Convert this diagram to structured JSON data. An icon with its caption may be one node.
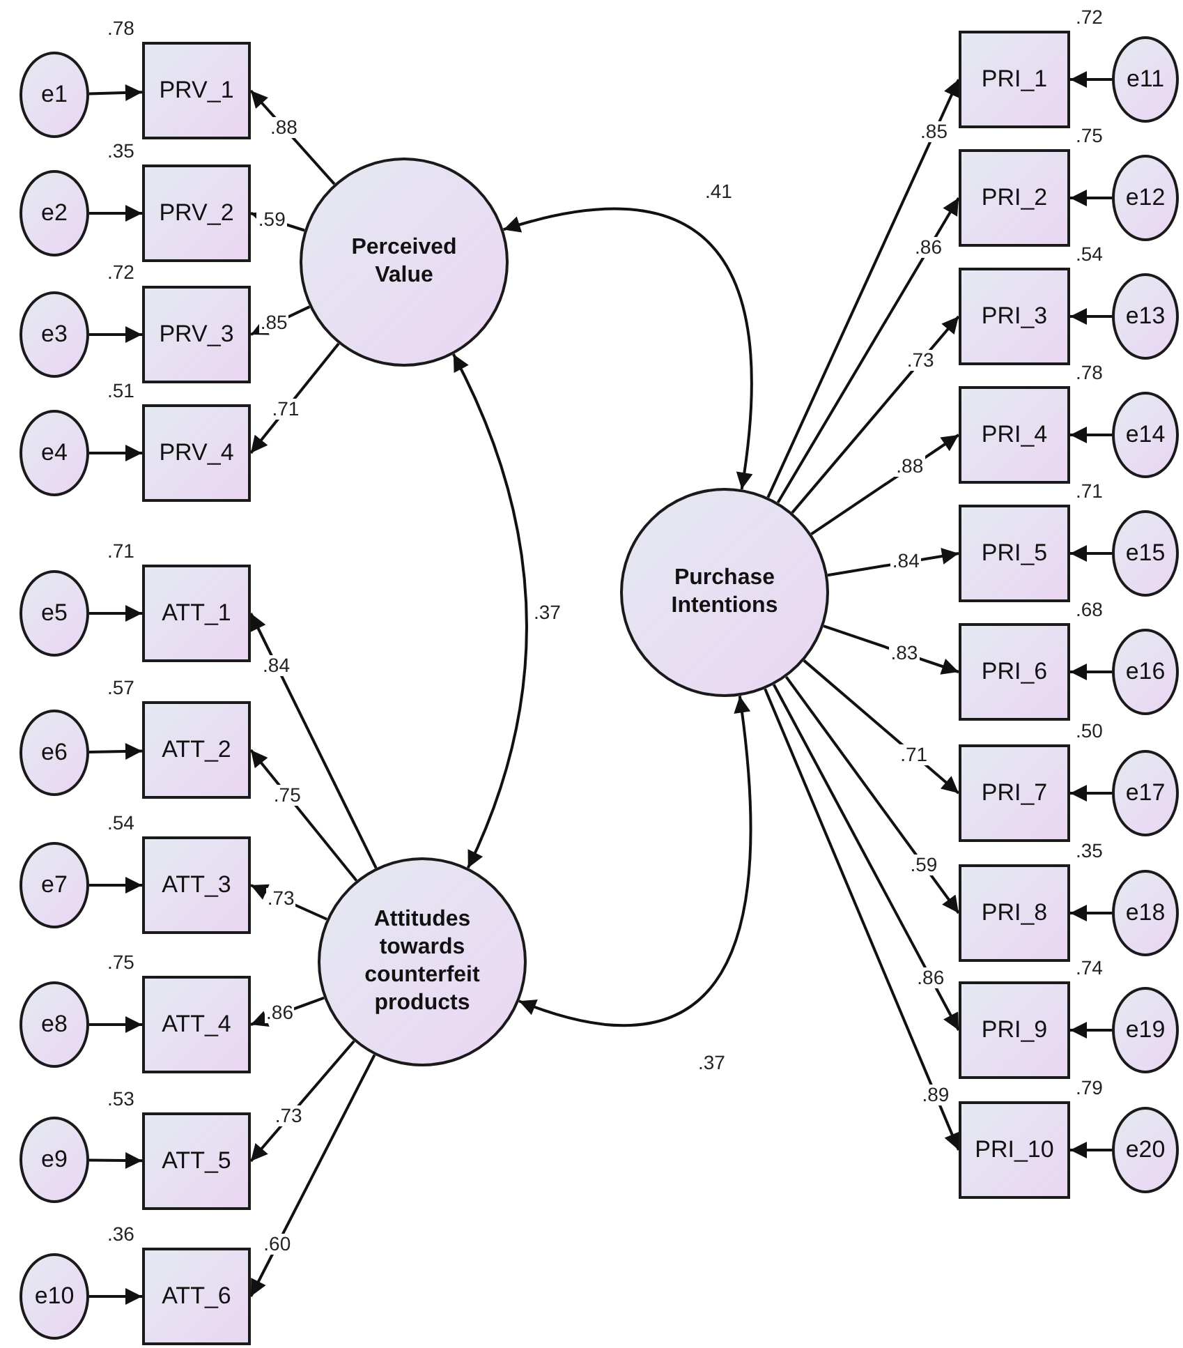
{
  "diagram": {
    "nodes": [
      {
        "text": [
          "e1"
        ]
      },
      {
        "text": [
          "e2"
        ]
      },
      {
        "text": [
          "e3"
        ]
      },
      {
        "text": [
          "e4"
        ]
      },
      {
        "text": [
          "e5"
        ]
      },
      {
        "text": [
          "e6"
        ]
      },
      {
        "text": [
          "e7"
        ]
      },
      {
        "text": [
          "e8"
        ]
      },
      {
        "text": [
          "e9"
        ]
      },
      {
        "text": [
          "e10"
        ]
      },
      {
        "text": [
          "PRV_1"
        ],
        "beside": [
          ".78"
        ]
      },
      {
        "text": [
          "PRV_2"
        ],
        "beside": [
          ".35"
        ]
      },
      {
        "text": [
          "PRV_3"
        ],
        "beside": [
          ".72"
        ]
      },
      {
        "text": [
          "PRV_4"
        ],
        "beside": [
          ".51"
        ]
      },
      {
        "text": [
          "ATT_1"
        ],
        "beside": [
          ".71"
        ]
      },
      {
        "text": [
          "ATT_2"
        ],
        "beside": [
          ".57"
        ]
      },
      {
        "text": [
          "ATT_3"
        ],
        "beside": [
          ".54"
        ]
      },
      {
        "text": [
          "ATT_4"
        ],
        "beside": [
          ".75"
        ]
      },
      {
        "text": [
          "ATT_5"
        ],
        "beside": [
          ".53"
        ]
      },
      {
        "text": [
          "ATT_6"
        ],
        "beside": [
          ".36"
        ]
      },
      {
        "text": [
          "Perceived Value"
        ]
      },
      {
        "text": [
          "Attitudes towards counterfeit products"
        ]
      },
      {
        "text": [
          "Purchase Intentions"
        ]
      },
      {
        "text": [
          "PRI_1"
        ],
        "beside": [
          ".72"
        ]
      },
      {
        "text": [
          "PRI_2"
        ],
        "beside": [
          ".75"
        ]
      },
      {
        "text": [
          "PRI_3"
        ],
        "beside": [
          ".54"
        ]
      },
      {
        "text": [
          "PRI_4"
        ],
        "beside": [
          ".78"
        ]
      },
      {
        "text": [
          "PRI_5"
        ],
        "beside": [
          ".71"
        ]
      },
      {
        "text": [
          "PRI_6"
        ],
        "beside": [
          ".68"
        ]
      },
      {
        "text": [
          "PRI_7"
        ],
        "beside": [
          ".50"
        ]
      },
      {
        "text": [
          "PRI_8"
        ],
        "beside": [
          ".35"
        ]
      },
      {
        "text": [
          "PRI_9"
        ],
        "beside": [
          ".74"
        ]
      },
      {
        "text": [
          "PRI_10"
        ],
        "beside": [
          ".79"
        ]
      },
      {
        "text": [
          "e11"
        ]
      },
      {
        "text": [
          "e12"
        ]
      },
      {
        "text": [
          "e13"
        ]
      },
      {
        "text": [
          "e14"
        ]
      },
      {
        "text": [
          "e15"
        ]
      },
      {
        "text": [
          "e16"
        ]
      },
      {
        "text": [
          "e17"
        ]
      },
      {
        "text": [
          "e18"
        ]
      },
      {
        "text": [
          "e19"
        ]
      },
      {
        "text": [
          "e20"
        ]
      }
    ],
    "edges": [
      {
        "from": 0,
        "to": 10,
        "arrow": "to"
      },
      {
        "from": 1,
        "to": 11,
        "arrow": "to"
      },
      {
        "from": 2,
        "to": 12,
        "arrow": "to"
      },
      {
        "from": 3,
        "to": 13,
        "arrow": "to"
      },
      {
        "from": 4,
        "to": 14,
        "arrow": "to"
      },
      {
        "from": 5,
        "to": 15,
        "arrow": "to"
      },
      {
        "from": 6,
        "to": 16,
        "arrow": "to"
      },
      {
        "from": 7,
        "to": 17,
        "arrow": "to"
      },
      {
        "from": 8,
        "to": 18,
        "arrow": "to"
      },
      {
        "from": 9,
        "to": 19,
        "arrow": "to"
      },
      {
        "from": 33,
        "to": 23,
        "arrow": "to"
      },
      {
        "from": 34,
        "to": 24,
        "arrow": "to"
      },
      {
        "from": 35,
        "to": 25,
        "arrow": "to"
      },
      {
        "from": 36,
        "to": 26,
        "arrow": "to"
      },
      {
        "from": 37,
        "to": 27,
        "arrow": "to"
      },
      {
        "from": 38,
        "to": 28,
        "arrow": "to"
      },
      {
        "from": 39,
        "to": 29,
        "arrow": "to"
      },
      {
        "from": 40,
        "to": 30,
        "arrow": "to"
      },
      {
        "from": 41,
        "to": 31,
        "arrow": "to"
      },
      {
        "from": 42,
        "to": 32,
        "arrow": "to"
      },
      {
        "from": 20,
        "to": 10,
        "arrow": "to",
        "label": ".88"
      },
      {
        "from": 20,
        "to": 11,
        "arrow": "to",
        "label": ".59"
      },
      {
        "from": 20,
        "to": 12,
        "arrow": "to",
        "label": ".85"
      },
      {
        "from": 20,
        "to": 13,
        "arrow": "to",
        "label": ".71"
      },
      {
        "from": 21,
        "to": 14,
        "arrow": "to",
        "label": ".84"
      },
      {
        "from": 21,
        "to": 15,
        "arrow": "to",
        "label": ".75"
      },
      {
        "from": 21,
        "to": 16,
        "arrow": "to",
        "label": ".73"
      },
      {
        "from": 21,
        "to": 17,
        "arrow": "to",
        "label": ".86"
      },
      {
        "from": 21,
        "to": 18,
        "arrow": "to",
        "label": ".73"
      },
      {
        "from": 21,
        "to": 19,
        "arrow": "to",
        "label": ".60"
      },
      {
        "from": 22,
        "to": 23,
        "arrow": "to",
        "label": ".85"
      },
      {
        "from": 22,
        "to": 24,
        "arrow": "to",
        "label": ".86"
      },
      {
        "from": 22,
        "to": 25,
        "arrow": "to",
        "label": ".73"
      },
      {
        "from": 22,
        "to": 26,
        "arrow": "to",
        "label": ".88"
      },
      {
        "from": 22,
        "to": 27,
        "arrow": "to",
        "label": ".84"
      },
      {
        "from": 22,
        "to": 28,
        "arrow": "to",
        "label": ".83"
      },
      {
        "from": 22,
        "to": 29,
        "arrow": "to",
        "label": ".71"
      },
      {
        "from": 22,
        "to": 30,
        "arrow": "to",
        "label": ".59"
      },
      {
        "from": 22,
        "to": 31,
        "arrow": "to",
        "label": ".86"
      },
      {
        "from": 22,
        "to": 32,
        "arrow": "to",
        "label": ".89"
      },
      {
        "from": 20,
        "to": 22,
        "arrow": "both",
        "label": ".41"
      },
      {
        "from": 20,
        "to": 21,
        "arrow": "both",
        "label": ".37"
      },
      {
        "from": 21,
        "to": 22,
        "arrow": "both",
        "label": ".37"
      }
    ]
  }
}
